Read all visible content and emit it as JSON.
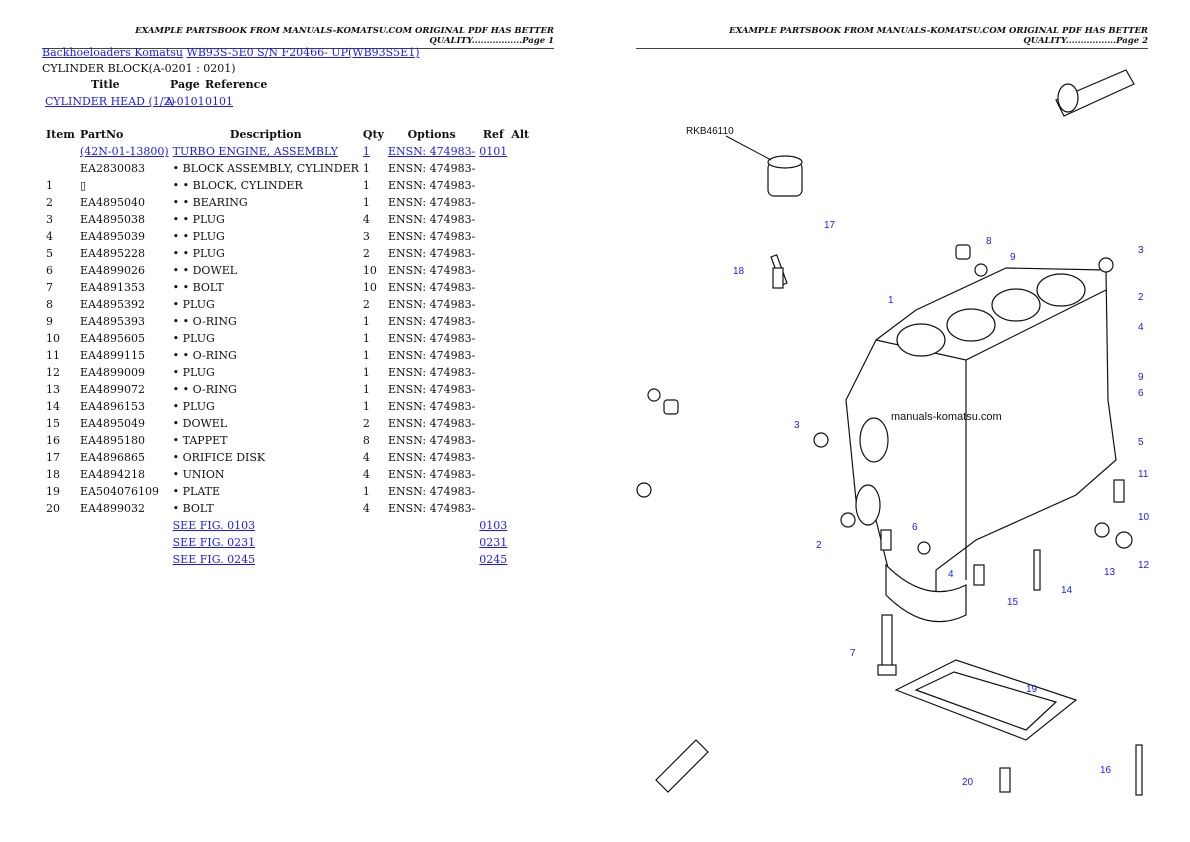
{
  "page1": {
    "header": "EXAMPLE PARTSBOOK FROM MANUALS-KOMATSU.COM ORIGINAL PDF HAS BETTER QUALITY.................Page 1",
    "breadcrumb": [
      {
        "label": "Backhoeloaders Komatsu"
      },
      {
        "label": "WB93S-5E0 S/N F20466- UP(WB93S5E1)"
      }
    ],
    "section_title": "CYLINDER BLOCK(A-0201 : 0201)",
    "ref_headers": {
      "title": "Title",
      "page": "Page",
      "reference": "Reference"
    },
    "ref_row": {
      "title": "CYLINDER HEAD (1/2)",
      "page": "A-0101",
      "reference": "0101"
    },
    "columns": [
      "Item",
      "PartNo",
      "Description",
      "Qty",
      "Options",
      "Ref",
      "Alt"
    ],
    "rows": [
      {
        "item": "",
        "part": "(42N-01-13800)",
        "desc": "TURBO ENGINE, ASSEMBLY",
        "qty": "1",
        "opt": "ENSN: 474983-",
        "ref": "0101",
        "link": true
      },
      {
        "item": "",
        "part": "EA2830083",
        "desc": "• BLOCK ASSEMBLY, CYLINDER",
        "qty": "1",
        "opt": "ENSN: 474983-",
        "ref": ""
      },
      {
        "item": "1",
        "part": "▯",
        "desc": "• • BLOCK, CYLINDER",
        "qty": "1",
        "opt": "ENSN: 474983-",
        "ref": ""
      },
      {
        "item": "2",
        "part": "EA4895040",
        "desc": "• • BEARING",
        "qty": "1",
        "opt": "ENSN: 474983-",
        "ref": ""
      },
      {
        "item": "3",
        "part": "EA4895038",
        "desc": "• • PLUG",
        "qty": "4",
        "opt": "ENSN: 474983-",
        "ref": ""
      },
      {
        "item": "4",
        "part": "EA4895039",
        "desc": "• • PLUG",
        "qty": "3",
        "opt": "ENSN: 474983-",
        "ref": ""
      },
      {
        "item": "5",
        "part": "EA4895228",
        "desc": "• • PLUG",
        "qty": "2",
        "opt": "ENSN: 474983-",
        "ref": ""
      },
      {
        "item": "6",
        "part": "EA4899026",
        "desc": "• • DOWEL",
        "qty": "10",
        "opt": "ENSN: 474983-",
        "ref": ""
      },
      {
        "item": "7",
        "part": "EA4891353",
        "desc": "• • BOLT",
        "qty": "10",
        "opt": "ENSN: 474983-",
        "ref": ""
      },
      {
        "item": "8",
        "part": "EA4895392",
        "desc": "• PLUG",
        "qty": "2",
        "opt": "ENSN: 474983-",
        "ref": ""
      },
      {
        "item": "9",
        "part": "EA4895393",
        "desc": "• • O-RING",
        "qty": "1",
        "opt": "ENSN: 474983-",
        "ref": ""
      },
      {
        "item": "10",
        "part": "EA4895605",
        "desc": "• PLUG",
        "qty": "1",
        "opt": "ENSN: 474983-",
        "ref": ""
      },
      {
        "item": "11",
        "part": "EA4899115",
        "desc": "• • O-RING",
        "qty": "1",
        "opt": "ENSN: 474983-",
        "ref": ""
      },
      {
        "item": "12",
        "part": "EA4899009",
        "desc": "• PLUG",
        "qty": "1",
        "opt": "ENSN: 474983-",
        "ref": ""
      },
      {
        "item": "13",
        "part": "EA4899072",
        "desc": "• • O-RING",
        "qty": "1",
        "opt": "ENSN: 474983-",
        "ref": ""
      },
      {
        "item": "14",
        "part": "EA4896153",
        "desc": "• PLUG",
        "qty": "1",
        "opt": "ENSN: 474983-",
        "ref": ""
      },
      {
        "item": "15",
        "part": "EA4895049",
        "desc": "• DOWEL",
        "qty": "2",
        "opt": "ENSN: 474983-",
        "ref": ""
      },
      {
        "item": "16",
        "part": "EA4895180",
        "desc": "• TAPPET",
        "qty": "8",
        "opt": "ENSN: 474983-",
        "ref": ""
      },
      {
        "item": "17",
        "part": "EA4896865",
        "desc": "• ORIFICE DISK",
        "qty": "4",
        "opt": "ENSN: 474983-",
        "ref": ""
      },
      {
        "item": "18",
        "part": "EA4894218",
        "desc": "• UNION",
        "qty": "4",
        "opt": "ENSN: 474983-",
        "ref": ""
      },
      {
        "item": "19",
        "part": "EA504076109",
        "desc": "• PLATE",
        "qty": "1",
        "opt": "ENSN: 474983-",
        "ref": ""
      },
      {
        "item": "20",
        "part": "EA4899032",
        "desc": "• BOLT",
        "qty": "4",
        "opt": "ENSN: 474983-",
        "ref": ""
      }
    ],
    "see_figs": [
      {
        "label": "SEE FIG. 0103",
        "ref": "0103"
      },
      {
        "label": "SEE FIG. 0231",
        "ref": "0231"
      },
      {
        "label": "SEE FIG. 0245",
        "ref": "0245"
      }
    ]
  },
  "page2": {
    "header": "EXAMPLE PARTSBOOK FROM MANUALS-KOMATSU.COM ORIGINAL PDF HAS BETTER QUALITY.................Page 2",
    "diagram_code": "RKB46110",
    "watermark": "manuals-komatsu.com",
    "callouts": [
      "17",
      "18",
      "8",
      "9",
      "3",
      "1",
      "2",
      "4",
      "9",
      "6",
      "3",
      "5",
      "11",
      "10",
      "6",
      "2",
      "4",
      "15",
      "14",
      "13",
      "12",
      "7",
      "19",
      "16",
      "20"
    ]
  }
}
